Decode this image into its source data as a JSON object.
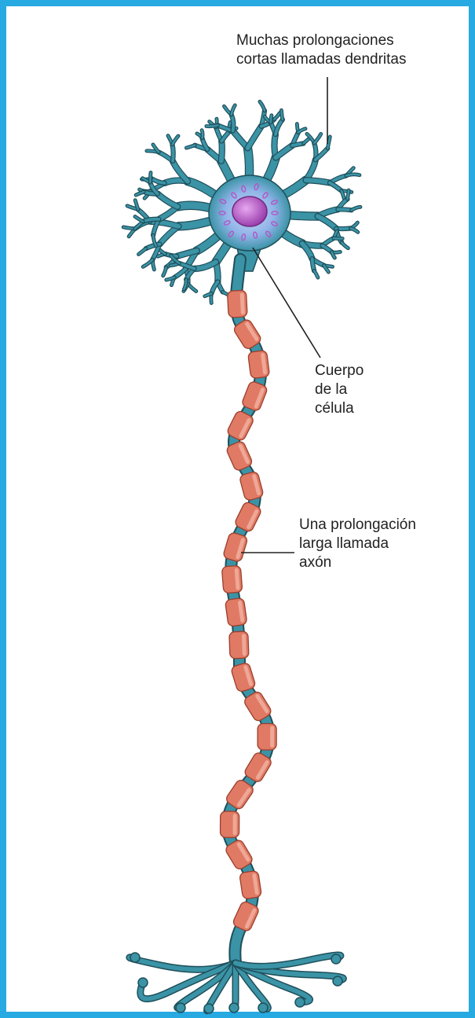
{
  "labels": {
    "dendrites": [
      "Muchas prolongaciones",
      "cortas llamadas dendritas"
    ],
    "cell_body": [
      "Cuerpo",
      "de la",
      "célula"
    ],
    "axon": [
      "Una prolongación",
      "larga llamada",
      "axón"
    ]
  },
  "colors": {
    "frame": "#27a9e1",
    "neuron": "#3b93a6",
    "neuron_outline": "#1f4f5a",
    "myelin": "#e07a64",
    "myelin_outline": "#9a3f2d",
    "nucleus": "#b455c4",
    "cell_body_glow": "#8fb4e8",
    "leader_line": "#222222"
  }
}
